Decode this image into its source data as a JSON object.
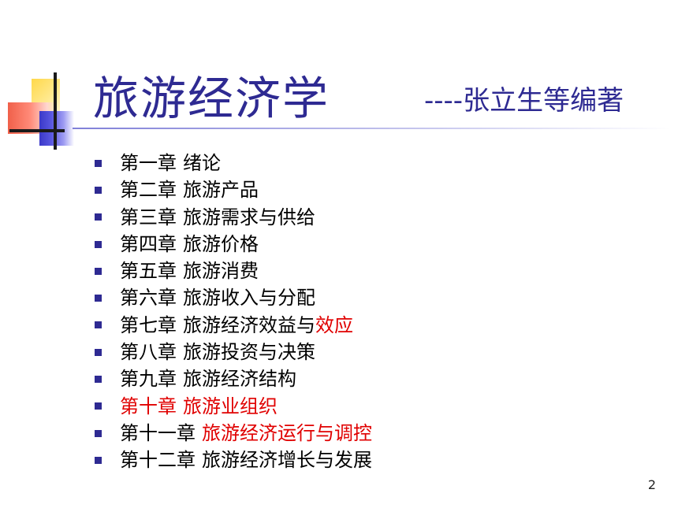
{
  "slide": {
    "title": "旅游经济学",
    "subtitle": "----张立生等编著",
    "page_number": "2"
  },
  "chapters": [
    {
      "chapter": "第一章",
      "name_pre": "绪论",
      "name_red": ""
    },
    {
      "chapter": "第二章",
      "name_pre": "旅游产品",
      "name_red": ""
    },
    {
      "chapter": "第三章",
      "name_pre": "旅游需求与供给",
      "name_red": ""
    },
    {
      "chapter": "第四章",
      "name_pre": "旅游价格",
      "name_red": ""
    },
    {
      "chapter": "第五章",
      "name_pre": "旅游消费",
      "name_red": ""
    },
    {
      "chapter": "第六章",
      "name_pre": "旅游收入与分配",
      "name_red": ""
    },
    {
      "chapter": "第七章",
      "name_pre": "旅游经济效益与",
      "name_red": "效应"
    },
    {
      "chapter": "第八章",
      "name_pre": "旅游投资与决策",
      "name_red": ""
    },
    {
      "chapter": "第九章",
      "name_pre": "旅游经济结构",
      "name_red": ""
    },
    {
      "chapter": "第十章",
      "name_pre": "",
      "name_red": "旅游业组织",
      "chapter_red": true
    },
    {
      "chapter": "第十一章",
      "name_pre": "",
      "name_red": "旅游经济运行与调控"
    },
    {
      "chapter": "第十二章",
      "name_pre": "旅游经济增长与发展",
      "name_red": ""
    }
  ],
  "colors": {
    "title": "#2e2a92",
    "bullet": "#2e2a92",
    "highlight": "#e00000"
  }
}
